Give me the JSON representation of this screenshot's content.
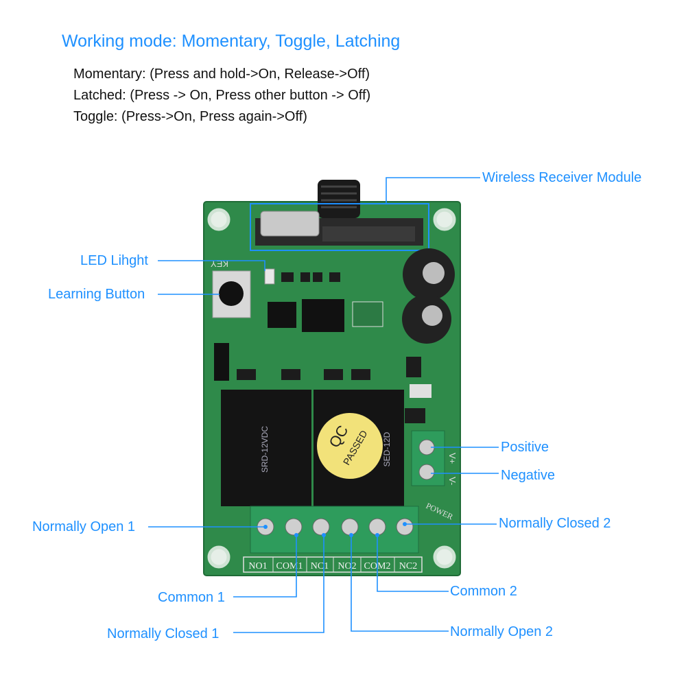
{
  "heading": "Working mode: Momentary, Toggle, Latching",
  "modes": [
    "Momentary: (Press and hold->On, Release->Off)",
    "Latched: (Press -> On, Press other button -> Off)",
    "Toggle: (Press->On, Press again->Off)"
  ],
  "callouts": {
    "wireless_receiver_module": "Wireless Receiver Module",
    "led_light": "LED Lihght",
    "learning_button": "Learning Button",
    "positive": "Positive",
    "negative": "Negative",
    "normally_open_1": "Normally Open 1",
    "normally_closed_2": "Normally Closed 2",
    "common_1": "Common 1",
    "common_2": "Common 2",
    "normally_closed_1": "Normally Closed 1",
    "normally_open_2": "Normally Open 2"
  },
  "board": {
    "terminal_labels": [
      "NO1",
      "COM1",
      "NC1",
      "NO2",
      "COM2",
      "NC2"
    ],
    "power_label": "POWER",
    "key_label": "KEY",
    "qc_sticker": [
      "QC",
      "PASSED"
    ],
    "relay_model": "SRD-12VDC",
    "relay_model_short": "SED-12D",
    "vplus": "V+",
    "vminus": "V-"
  },
  "colors": {
    "accent": "#1e90ff",
    "board_green": "#2f8a4a",
    "terminal_green": "#2e9c5c",
    "relay_black": "#141414",
    "sticker_yellow": "#f2e27a"
  }
}
